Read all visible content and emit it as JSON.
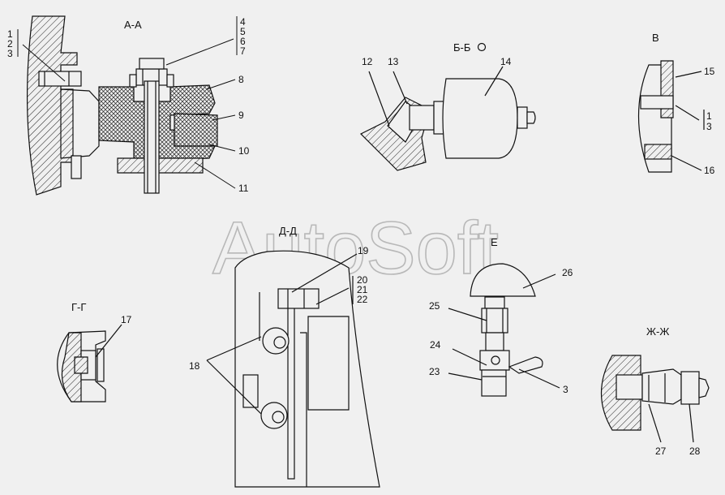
{
  "watermark": "AutoSoft",
  "views": {
    "aa": {
      "title": "А-А",
      "labels": {
        "n1": "1",
        "n2": "2",
        "n3": "3",
        "n4": "4",
        "n5": "5",
        "n6": "6",
        "n7": "7",
        "n8": "8",
        "n9": "9",
        "n10": "10",
        "n11": "11"
      }
    },
    "bb": {
      "title": "Б-Б",
      "labels": {
        "n12": "12",
        "n13": "13",
        "n14": "14"
      }
    },
    "v": {
      "title": "В",
      "labels": {
        "n15": "15",
        "n1": "1",
        "n3": "3",
        "n16": "16"
      }
    },
    "gg": {
      "title": "Г-Г",
      "labels": {
        "n17": "17"
      }
    },
    "dd": {
      "title": "Д-Д",
      "labels": {
        "n18": "18",
        "n19": "19",
        "n20": "20",
        "n21": "21",
        "n22": "22"
      }
    },
    "e": {
      "title": "Е",
      "labels": {
        "n26": "26",
        "n25": "25",
        "n24": "24",
        "n23": "23",
        "n3": "3"
      }
    },
    "zz": {
      "title": "Ж-Ж",
      "labels": {
        "n27": "27",
        "n28": "28"
      }
    }
  }
}
